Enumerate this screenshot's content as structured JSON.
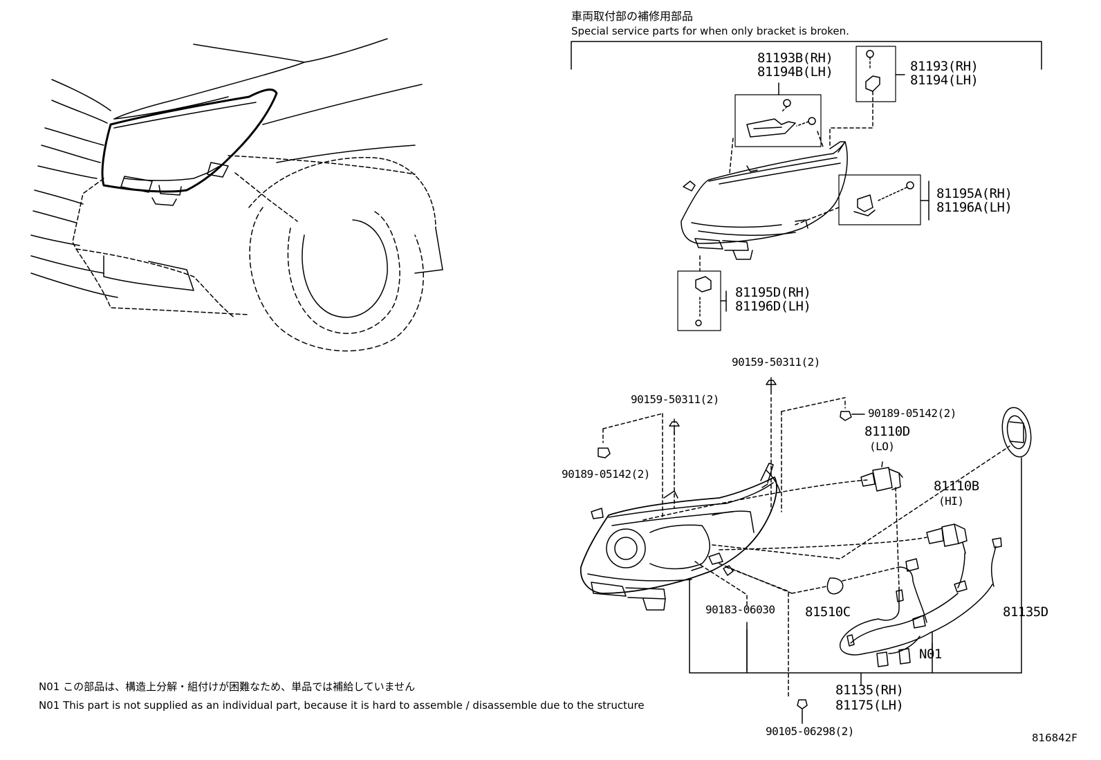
{
  "header": {
    "jp": "車両取付部の補修用部品",
    "en": "Special service parts for when only bracket is broken."
  },
  "parts": {
    "p81193B": [
      "81193B(RH)",
      "81194B(LH)"
    ],
    "p81193": [
      "81193(RH)",
      "81194(LH)"
    ],
    "p81195A": [
      "81195A(RH)",
      "81196A(LH)"
    ],
    "p81195D": [
      "81195D(RH)",
      "81196D(LH)"
    ],
    "screw_top": "90159-50311(2)",
    "screw_left": "90159-50311(2)",
    "nut_right": "90189-05142(2)",
    "nut_left": "90189-05142(2)",
    "bulb_lo": [
      "81110D",
      "(LO)"
    ],
    "bulb_hi": [
      "81110B",
      "(HI)"
    ],
    "socket": "90183-06030",
    "bulb_small": "81510C",
    "harness": "81135D",
    "n01": "N01",
    "headlamp": [
      "81135(RH)",
      "81175(LH)"
    ],
    "bolt_bottom": "90105-06298(2)"
  },
  "notes": {
    "jp": "N01 この部品は、構造上分解・組付けが困難なため、単品では補給していません",
    "en": "N01 This part is not supplied as an individual part, because it is hard to assemble / disassemble due to the structure"
  },
  "figure_id": "816842F"
}
